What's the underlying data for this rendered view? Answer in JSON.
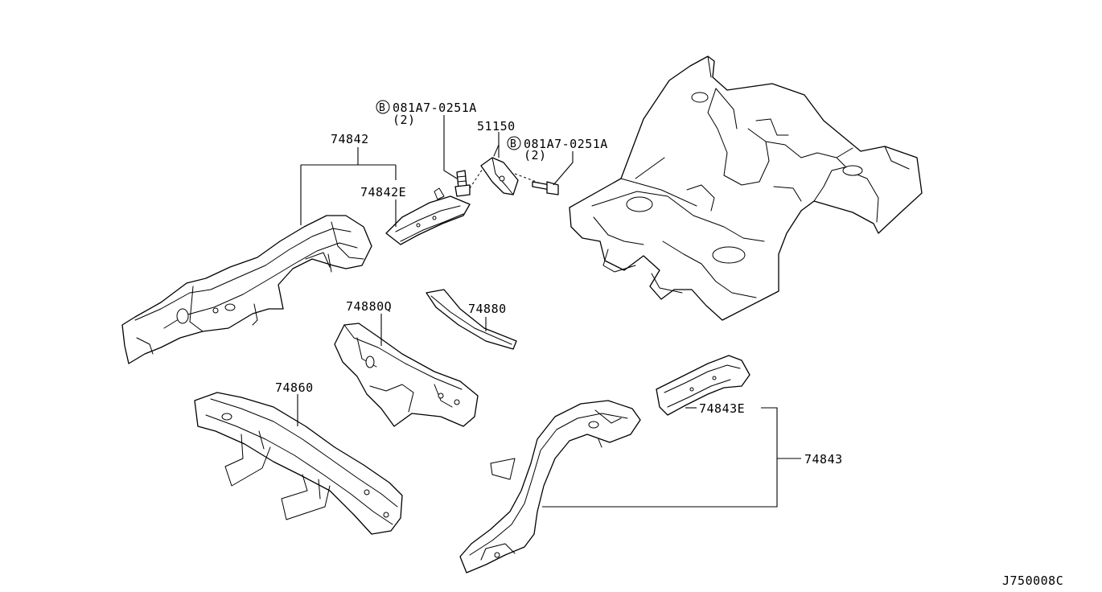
{
  "diagram_id": "J750008C",
  "callouts": {
    "bolt_upper": {
      "badge": "B",
      "part_no": "081A7-0251A",
      "qty": "(2)"
    },
    "bolt_lower": {
      "badge": "B",
      "part_no": "081A7-0251A",
      "qty": "(2)"
    },
    "bracket": "51150",
    "left_member_group": "74842",
    "left_member_extension": "74842E",
    "crossmember_q": "74880Q",
    "crossmember_stay": "74880",
    "front_crossmember": "74860",
    "right_member_group": "74843",
    "right_member_extension": "74843E"
  }
}
